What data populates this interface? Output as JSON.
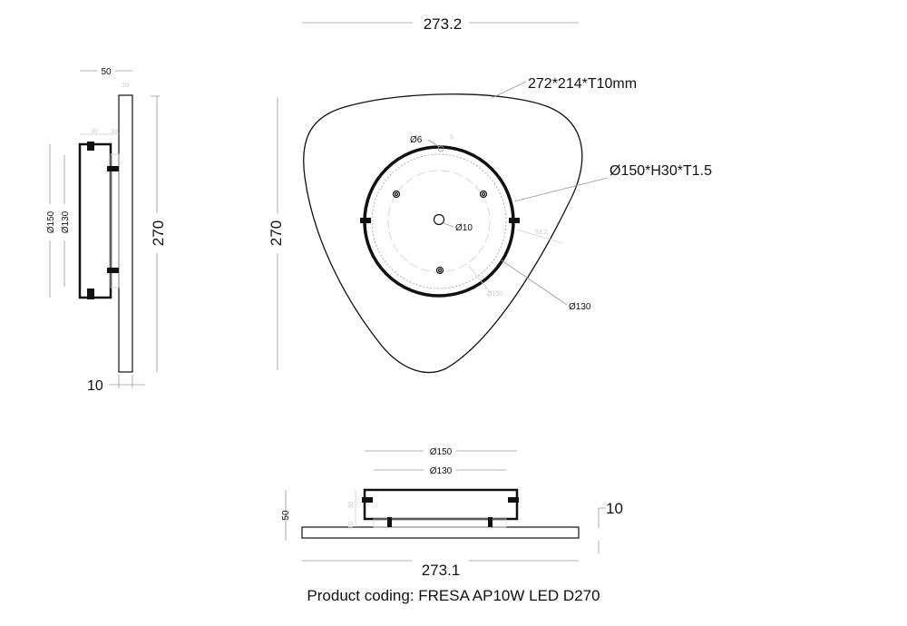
{
  "front_view": {
    "width_dim": "273.2",
    "height_dim": "270",
    "plate_spec": "272*214*T10mm",
    "box_spec": "Ø150*H30*T1.5",
    "hole_small": "Ø6",
    "hole_small_offset": "5",
    "hole_center": "Ø10",
    "bolt_circle": "Ø100",
    "radius_note": "53.2",
    "inner_dia": "Ø130"
  },
  "side_view": {
    "depth_dim": "50",
    "plate_thickness_top": "10",
    "box_depth": "30",
    "gap": "10",
    "dia_outer": "Ø150",
    "dia_inner": "Ø130",
    "height_dim": "270",
    "thickness_dim": "10"
  },
  "bottom_view": {
    "dia_outer": "Ø150",
    "dia_inner": "Ø130",
    "total_depth": "50",
    "box_depth": "30",
    "gap": "10",
    "thickness_dim": "10",
    "width_dim": "273.1"
  },
  "product_coding": "Product coding: FRESA AP10W LED D270"
}
